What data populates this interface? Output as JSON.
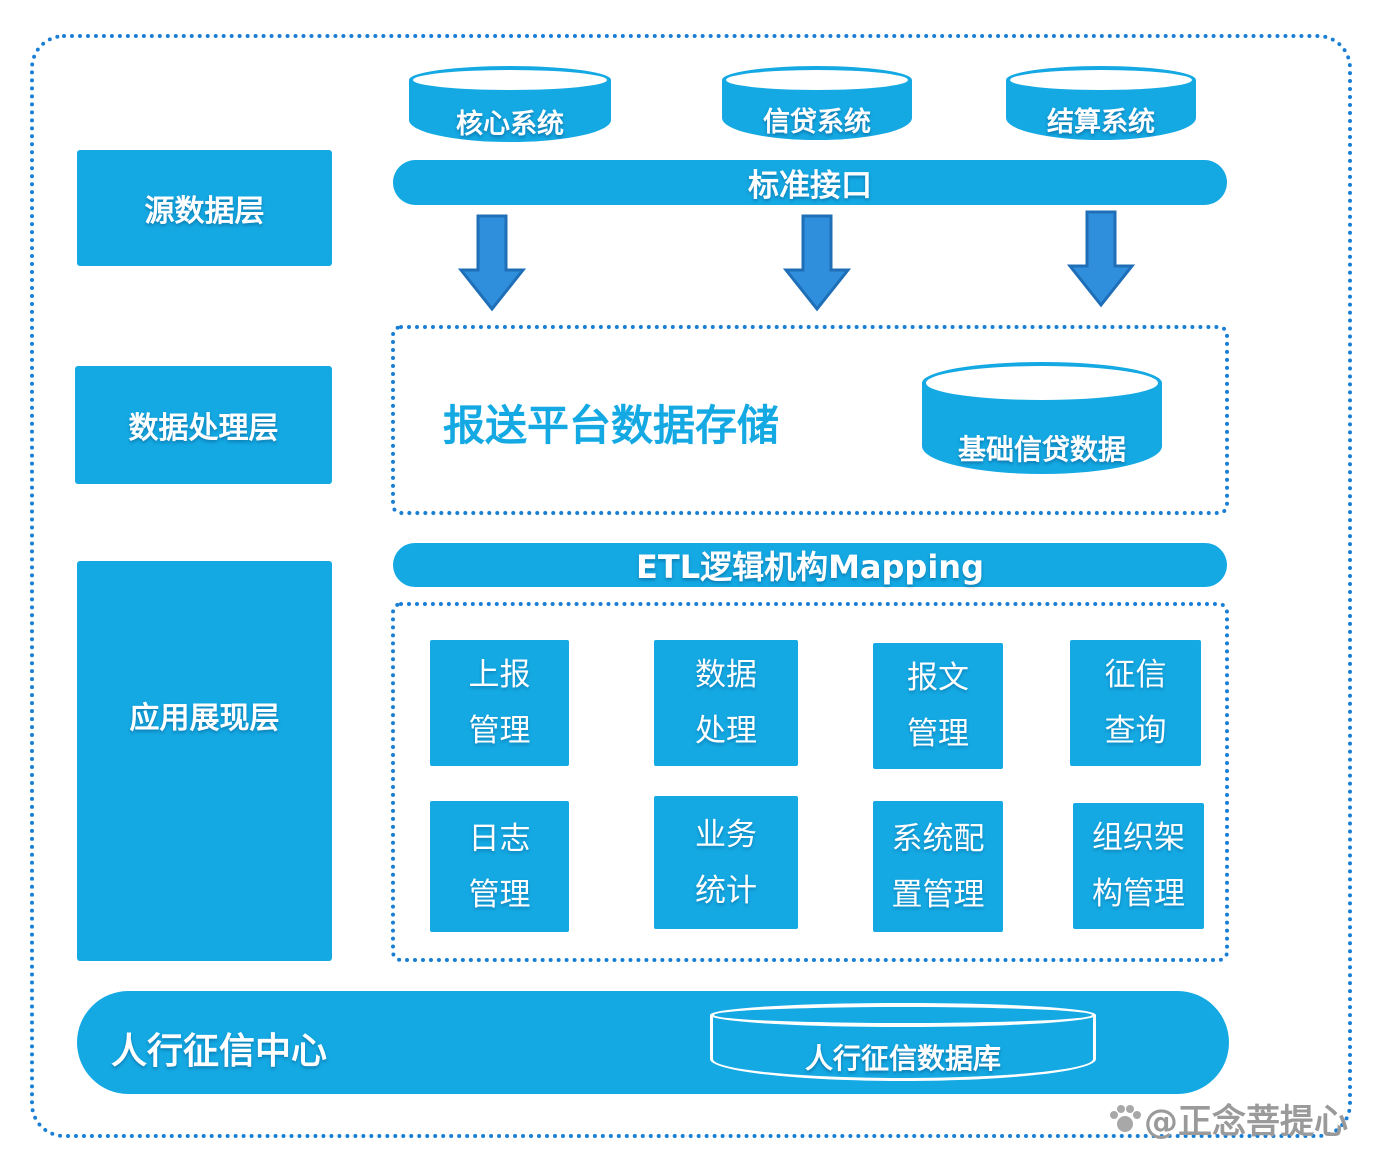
{
  "layers": {
    "source": "源数据层",
    "processing": "数据处理层",
    "application": "应用展现层"
  },
  "source_systems": [
    "核心系统",
    "信贷系统",
    "结算系统"
  ],
  "interface_bar": "标准接口",
  "storage": {
    "title": "报送平台数据存储",
    "db": "基础信贷数据"
  },
  "etl_bar": "ETL逻辑机构Mapping",
  "modules": [
    {
      "line1": "上报",
      "line2": "管理"
    },
    {
      "line1": "数据",
      "line2": "处理"
    },
    {
      "line1": "报文",
      "line2": "管理"
    },
    {
      "line1": "征信",
      "line2": "查询"
    },
    {
      "line1": "日志",
      "line2": "管理"
    },
    {
      "line1": "业务",
      "line2": "统计"
    },
    {
      "line1": "系统配",
      "line2": "置管理"
    },
    {
      "line1": "组织架",
      "line2": "构管理"
    }
  ],
  "center": {
    "label": "人行征信中心",
    "db": "人行征信数据库"
  },
  "watermark": "@正念菩提心",
  "colors": {
    "primary": "#14a9e3",
    "frame": "#1a7fd4",
    "arrow": "#2f8fdc"
  }
}
